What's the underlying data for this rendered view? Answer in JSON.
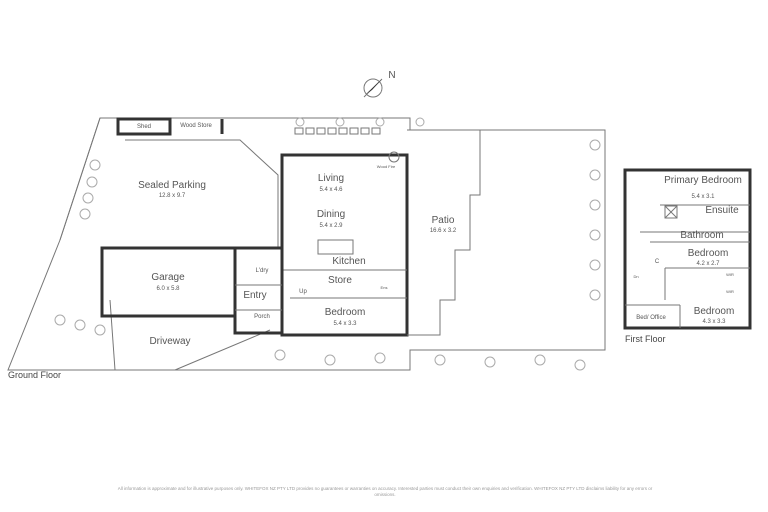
{
  "compass": {
    "label": "N"
  },
  "ground_floor": {
    "title": "Ground Floor",
    "rooms": [
      {
        "name": "Shed"
      },
      {
        "name": "Wood Store"
      },
      {
        "name": "Sealed Parking",
        "size": "12.8 x 9.7"
      },
      {
        "name": "Living",
        "size": "5.4 x 4.6"
      },
      {
        "name": "Dining",
        "size": "5.4 x 2.9"
      },
      {
        "name": "Patio",
        "size": "16.6 x 3.2"
      },
      {
        "name": "Kitchen"
      },
      {
        "name": "Garage",
        "size": "6.0 x 5.8"
      },
      {
        "name": "L'dry"
      },
      {
        "name": "Store"
      },
      {
        "name": "Entry"
      },
      {
        "name": "Porch"
      },
      {
        "name": "Bedroom",
        "size": "5.4 x 3.3"
      },
      {
        "name": "Driveway"
      }
    ],
    "annotations": {
      "wood_fire": "Wood Fire",
      "up": "Up",
      "ens": "Ens"
    }
  },
  "first_floor": {
    "title": "First Floor",
    "rooms": [
      {
        "name": "Primary Bedroom",
        "size": "5.4 x 3.1"
      },
      {
        "name": "Ensuite"
      },
      {
        "name": "Bathroom"
      },
      {
        "name": "Bedroom",
        "size": "4.2 x 2.7"
      },
      {
        "name": "Bedroom",
        "size": "4.3 x 3.3"
      },
      {
        "name": "Bed/ Office"
      }
    ],
    "annotations": {
      "dn": "Dn",
      "wir1": "WIR",
      "wir2": "WIR",
      "c": "C"
    }
  },
  "disclaimer": "All information is approximate and for illustrative purposes only. WHITEFOX NZ PTY LTD provides no guarantees or warranties on accuracy. Interested parties must conduct their own enquiries and verification. WHITEFOX NZ PTY LTD disclaims liability for any errors or omissions."
}
